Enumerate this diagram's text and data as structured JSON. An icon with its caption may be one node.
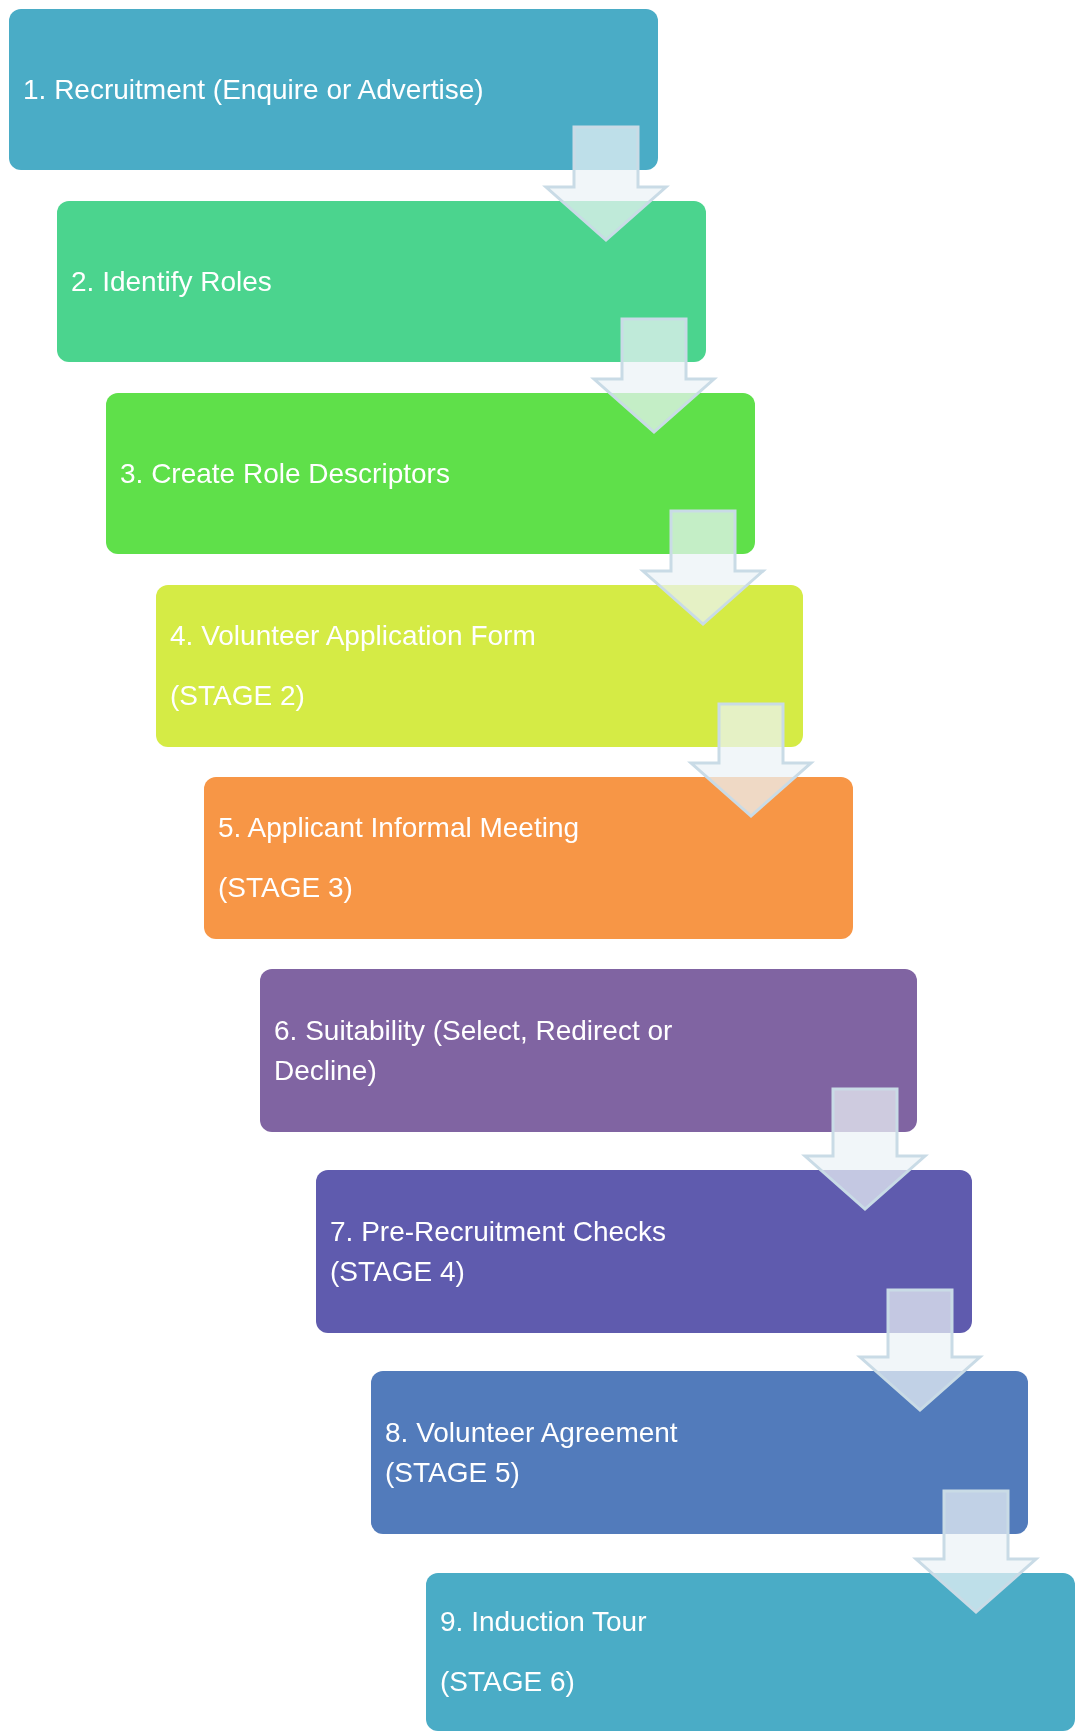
{
  "diagram": {
    "nodes": [
      {
        "text": [
          "1. Recruitment (Enquire or Advertise)"
        ]
      },
      {
        "text": [
          "2. Identify Roles"
        ]
      },
      {
        "text": [
          "3. Create Role Descriptors"
        ]
      },
      {
        "text": [
          "4. Volunteer Application Form",
          "(STAGE 2)"
        ]
      },
      {
        "text": [
          "5. Applicant Informal Meeting",
          "(STAGE 3)"
        ]
      },
      {
        "text": [
          "6. Suitability (Select, Redirect or Decline)"
        ]
      },
      {
        "text": [
          "7. Pre-Recruitment Checks",
          "(STAGE 4)"
        ]
      },
      {
        "text": [
          "8. Volunteer Agreement",
          "(STAGE 5)"
        ]
      },
      {
        "text": [
          "9. Induction Tour",
          "(STAGE 6)"
        ]
      }
    ],
    "edges": [
      {
        "from": 0,
        "to": 1,
        "arrow": "to"
      },
      {
        "from": 1,
        "to": 2,
        "arrow": "to"
      },
      {
        "from": 2,
        "to": 3,
        "arrow": "to"
      },
      {
        "from": 3,
        "to": 4,
        "arrow": "to"
      },
      {
        "from": 5,
        "to": 6,
        "arrow": "to"
      },
      {
        "from": 6,
        "to": 7,
        "arrow": "to"
      },
      {
        "from": 7,
        "to": 8,
        "arrow": "to"
      }
    ]
  }
}
